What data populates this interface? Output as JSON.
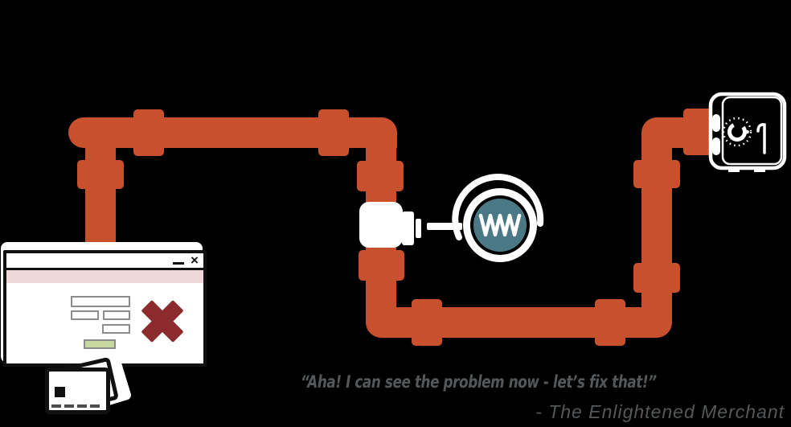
{
  "colors": {
    "background": "#000000",
    "pipe": "#C8502C",
    "lens-teal": "#4A7885",
    "error-red": "#8C2B2E",
    "banner-pink": "#F0D8DA",
    "button-green": "#C6D89E",
    "field-border": "#8C8C8C",
    "card-dash": "#4D4D4D",
    "ink": "#111111",
    "quote-gray": "#55585A"
  },
  "quote": {
    "text": "“Aha! I can see the problem now - let’s fix that!”",
    "attribution": "- The Enlightened Merchant"
  },
  "window": {
    "close_glyph": "×"
  },
  "icons": {
    "minimize": "minimize-dash",
    "close": "close-x",
    "magnifier": "magnifying-glass-lens",
    "waveform": "zigzag-wave",
    "safe": "vault-safe",
    "error": "bold-x-mark",
    "payment": "credit-card-stack"
  }
}
